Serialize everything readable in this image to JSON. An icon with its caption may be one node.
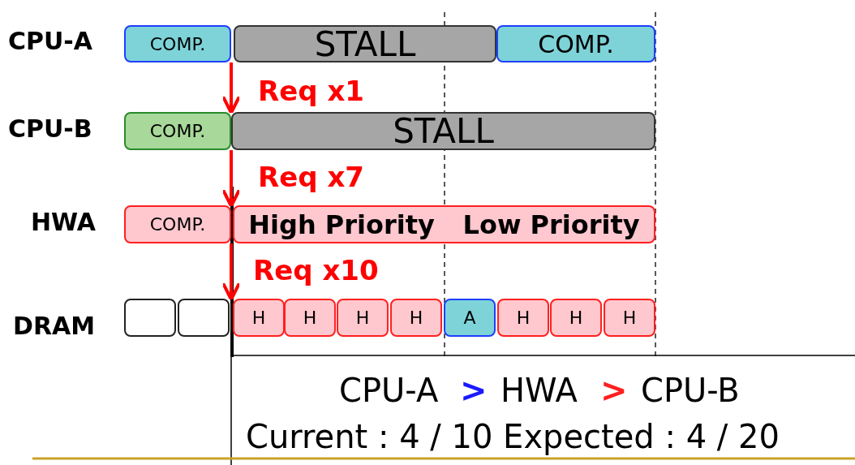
{
  "diagram": {
    "nodes": [
      {
        "text": [
          "COMP."
        ]
      },
      {
        "text": [
          "STALL"
        ]
      },
      {
        "text": [
          "COMP."
        ]
      },
      {
        "text": [
          "COMP."
        ]
      },
      {
        "text": [
          "STALL"
        ]
      },
      {
        "text": [
          "COMP."
        ]
      },
      {
        "text": [
          "High Priority",
          "Low Priority"
        ]
      },
      {
        "text": [],
        "shape": "box"
      },
      {
        "text": [],
        "shape": "box"
      },
      {
        "text": [
          "H"
        ]
      },
      {
        "text": [
          "H"
        ]
      },
      {
        "text": [
          "H"
        ]
      },
      {
        "text": [
          "H"
        ]
      },
      {
        "text": [
          "A"
        ]
      },
      {
        "text": [
          "H"
        ]
      },
      {
        "text": [
          "H"
        ]
      },
      {
        "text": [
          "H"
        ]
      }
    ],
    "edges": [
      {
        "from": 0,
        "to": 4,
        "arrow": "to",
        "label": "Req x1"
      },
      {
        "from": 3,
        "to": 6,
        "arrow": "to",
        "label": "Req x7"
      },
      {
        "from": 5,
        "to": 9,
        "arrow": "to",
        "label": "Req x10"
      }
    ],
    "labels": [
      "CPU-A",
      "CPU-B",
      "HWA",
      "DRAM",
      "CPU-A",
      ">",
      "HWA",
      ">",
      "CPU-B",
      "Current : 4 / 10 Expected : 4 / 20"
    ]
  }
}
